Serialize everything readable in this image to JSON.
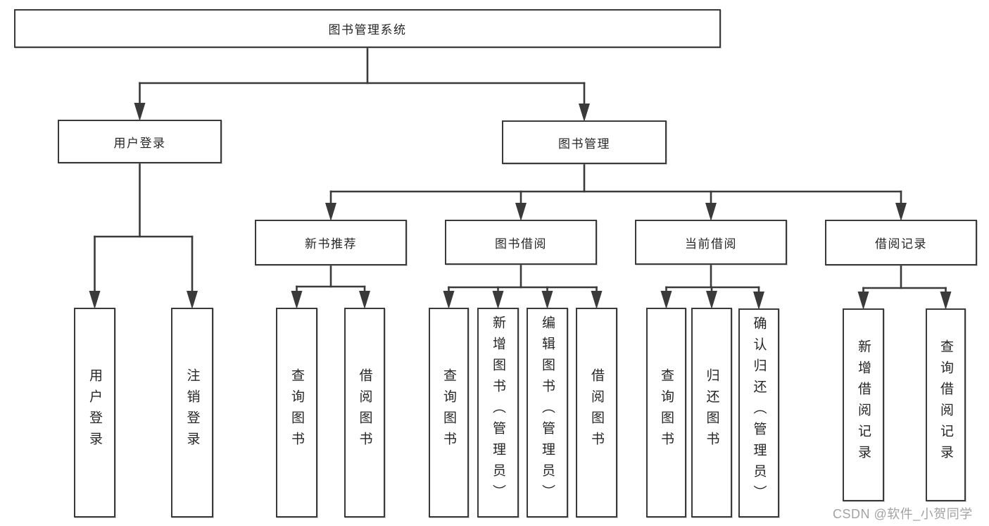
{
  "diagram": {
    "watermark": "CSDN @软件_小贺同学",
    "colors": {
      "line": "#3a3a3a",
      "text": "#262626",
      "background": "#ffffff",
      "watermark": "#a2a2a2"
    },
    "nodes": [
      {
        "id": "root",
        "label": "图书管理系统"
      },
      {
        "id": "user-login",
        "label": "用户登录"
      },
      {
        "id": "book-mgmt",
        "label": "图书管理"
      },
      {
        "id": "new-book-rec",
        "label": "新书推荐"
      },
      {
        "id": "book-borrow",
        "label": "图书借阅"
      },
      {
        "id": "current-borrow",
        "label": "当前借阅"
      },
      {
        "id": "borrow-records",
        "label": "借阅记录"
      },
      {
        "id": "ul-user-login",
        "label": "用户登录"
      },
      {
        "id": "ul-logout",
        "label": "注销登录"
      },
      {
        "id": "nb-query",
        "label": "查询图书"
      },
      {
        "id": "nb-borrow",
        "label": "借阅图书"
      },
      {
        "id": "bb-query",
        "label": "查询图书"
      },
      {
        "id": "bb-add",
        "label": "新增图书（管理员）"
      },
      {
        "id": "bb-edit",
        "label": "编辑图书（管理员）"
      },
      {
        "id": "bb-borrow",
        "label": "借阅图书"
      },
      {
        "id": "cb-query",
        "label": "查询图书"
      },
      {
        "id": "cb-return",
        "label": "归还图书"
      },
      {
        "id": "cb-confirm",
        "label": "确认归还（管理员）"
      },
      {
        "id": "br-add",
        "label": "新增借阅记录"
      },
      {
        "id": "br-query",
        "label": "查询借阅记录"
      }
    ],
    "edges": [
      {
        "from": "root",
        "to": [
          "user-login",
          "book-mgmt"
        ]
      },
      {
        "from": "user-login",
        "to": [
          "ul-user-login",
          "ul-logout"
        ]
      },
      {
        "from": "book-mgmt",
        "to": [
          "new-book-rec",
          "book-borrow",
          "current-borrow",
          "borrow-records"
        ]
      },
      {
        "from": "new-book-rec",
        "to": [
          "nb-query",
          "nb-borrow"
        ]
      },
      {
        "from": "book-borrow",
        "to": [
          "bb-query",
          "bb-add",
          "bb-edit",
          "bb-borrow"
        ]
      },
      {
        "from": "current-borrow",
        "to": [
          "cb-query",
          "cb-return",
          "cb-confirm"
        ]
      },
      {
        "from": "borrow-records",
        "to": [
          "br-add",
          "br-query"
        ]
      }
    ]
  }
}
